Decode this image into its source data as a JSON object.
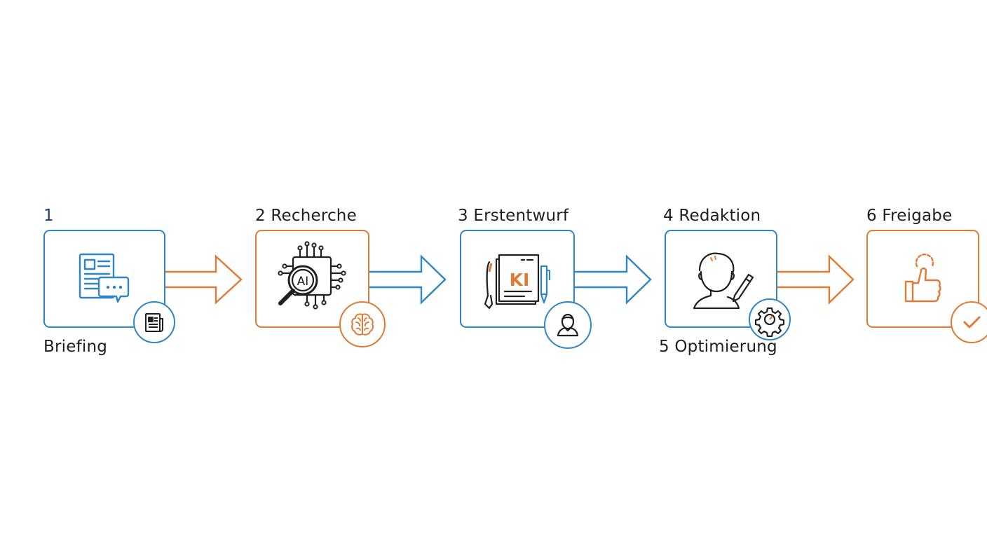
{
  "colors": {
    "blue": "#2f86c3",
    "orange": "#e07b35",
    "ink": "#1f1f1f",
    "navy": "#1c3f73"
  },
  "steps": [
    {
      "number_label": "1",
      "bottom_label": "Briefing",
      "icon": "document-chat-icon",
      "badge_icon": "newspaper-icon"
    },
    {
      "number_label": "2 Recherche",
      "icon": "ai-magnifier-icon",
      "chip_text": "AI",
      "badge_icon": "brain-icon"
    },
    {
      "number_label": "3 Erstentwurf",
      "icon": "draft-documents-icon",
      "doc_text": "KI",
      "badge_icon": "user-icon"
    },
    {
      "number_label": "4 Redaktion",
      "bottom_label": "5 Optimierung",
      "icon": "editor-person-icon",
      "badge_icon": "gear-icon"
    },
    {
      "number_label": "6 Freigabe",
      "icon": "thumbs-up-icon",
      "badge_icon": "checkmark-icon"
    }
  ]
}
